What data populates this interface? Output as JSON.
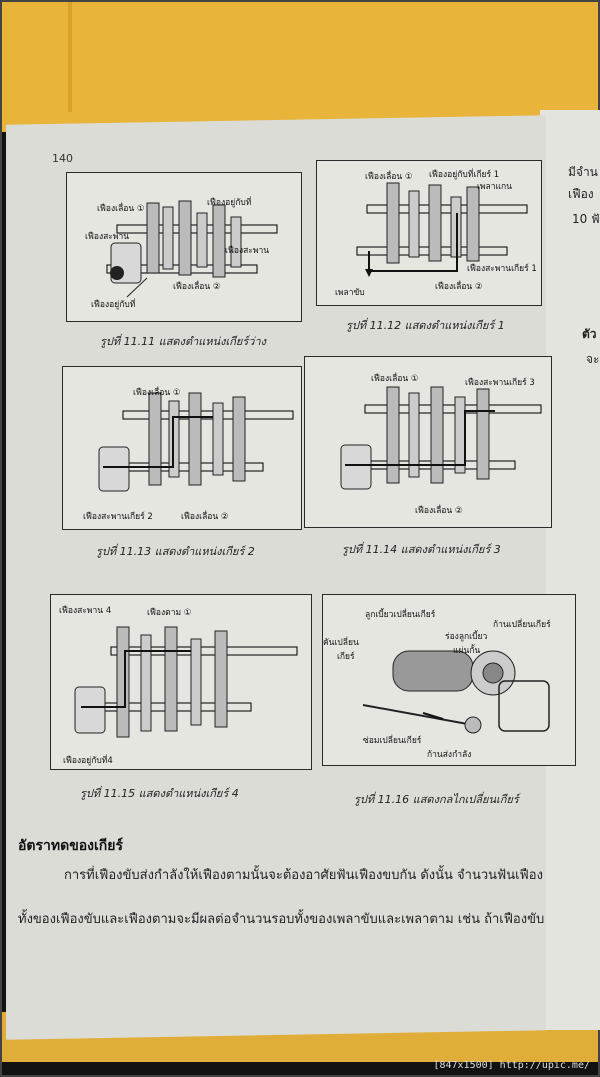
{
  "page_number": "140",
  "side_page": {
    "lines": [
      "มีจำน",
      "เฟือง",
      "10 ฟั",
      "ตัว",
      "จะ"
    ]
  },
  "figures": [
    {
      "id": "11.11",
      "caption": "รูปที่ 11.11 แสดงตำแหน่งเกียร์ว่าง",
      "labels": [
        "เฟืองเลื่อน ①",
        "เฟืองอยู่กับที่",
        "เฟืองสะพาน",
        "เฟืองสะพาน",
        "เฟืองอยู่กับที่",
        "เฟืองเลื่อน ②"
      ]
    },
    {
      "id": "11.12",
      "caption": "รูปที่ 11.12 แสดงตำแหน่งเกียร์ 1",
      "labels": [
        "เฟืองเลื่อน ①",
        "เฟืองอยู่กับที่เกียร์ 1",
        "เพลาแกน",
        "เฟืองสะพานเกียร์ 1",
        "เพลาขับ",
        "เฟืองเลื่อน ②"
      ]
    },
    {
      "id": "11.13",
      "caption": "รูปที่ 11.13 แสดงตำแหน่งเกียร์ 2",
      "labels": [
        "เฟืองเลื่อน ①",
        "เฟืองสะพานเกียร์ 2",
        "เฟืองเลื่อน ②"
      ]
    },
    {
      "id": "11.14",
      "caption": "รูปที่ 11.14 แสดงตำแหน่งเกียร์ 3",
      "labels": [
        "เฟืองเลื่อน ①",
        "เฟืองสะพานเกียร์ 3",
        "เฟืองเลื่อน ②"
      ]
    },
    {
      "id": "11.15",
      "caption": "รูปที่ 11.15 แสดงตำแหน่งเกียร์ 4",
      "labels": [
        "เฟืองสะพาน 4",
        "เฟืองตาม ①",
        "เฟืองอยู่กับที่4"
      ]
    },
    {
      "id": "11.16",
      "caption": "รูปที่ 11.16 แสดงกลไกเปลี่ยนเกียร์",
      "labels": [
        "ลูกเบี้ยวเปลี่ยนเกียร์",
        "ก้านเปลี่ยนเกียร์",
        "ร่องลูกเบี้ยว",
        "แผ่นกั้น",
        "คันเปลี่ยน",
        "เกียร์",
        "ซ่อมเปลี่ยนเกียร์",
        "ก้านส่งกำลัง"
      ]
    }
  ],
  "section": {
    "heading": "อัตราทดของเกียร์",
    "lines": [
      "การที่เฟืองขับส่งกำลังให้เฟืองตามนั้นจะต้องอาศัยฟันเฟืองขบกัน ดังนั้น จำนวนฟันเฟือง",
      "ทั้งของเฟืองขับและเฟืองตามจะมีผลต่อจำนวนรอบทั้งของเพลาขับและเพลาตาม เช่น ถ้าเฟืองขับ"
    ]
  },
  "footer": "[847x1500] http://upic.me/"
}
